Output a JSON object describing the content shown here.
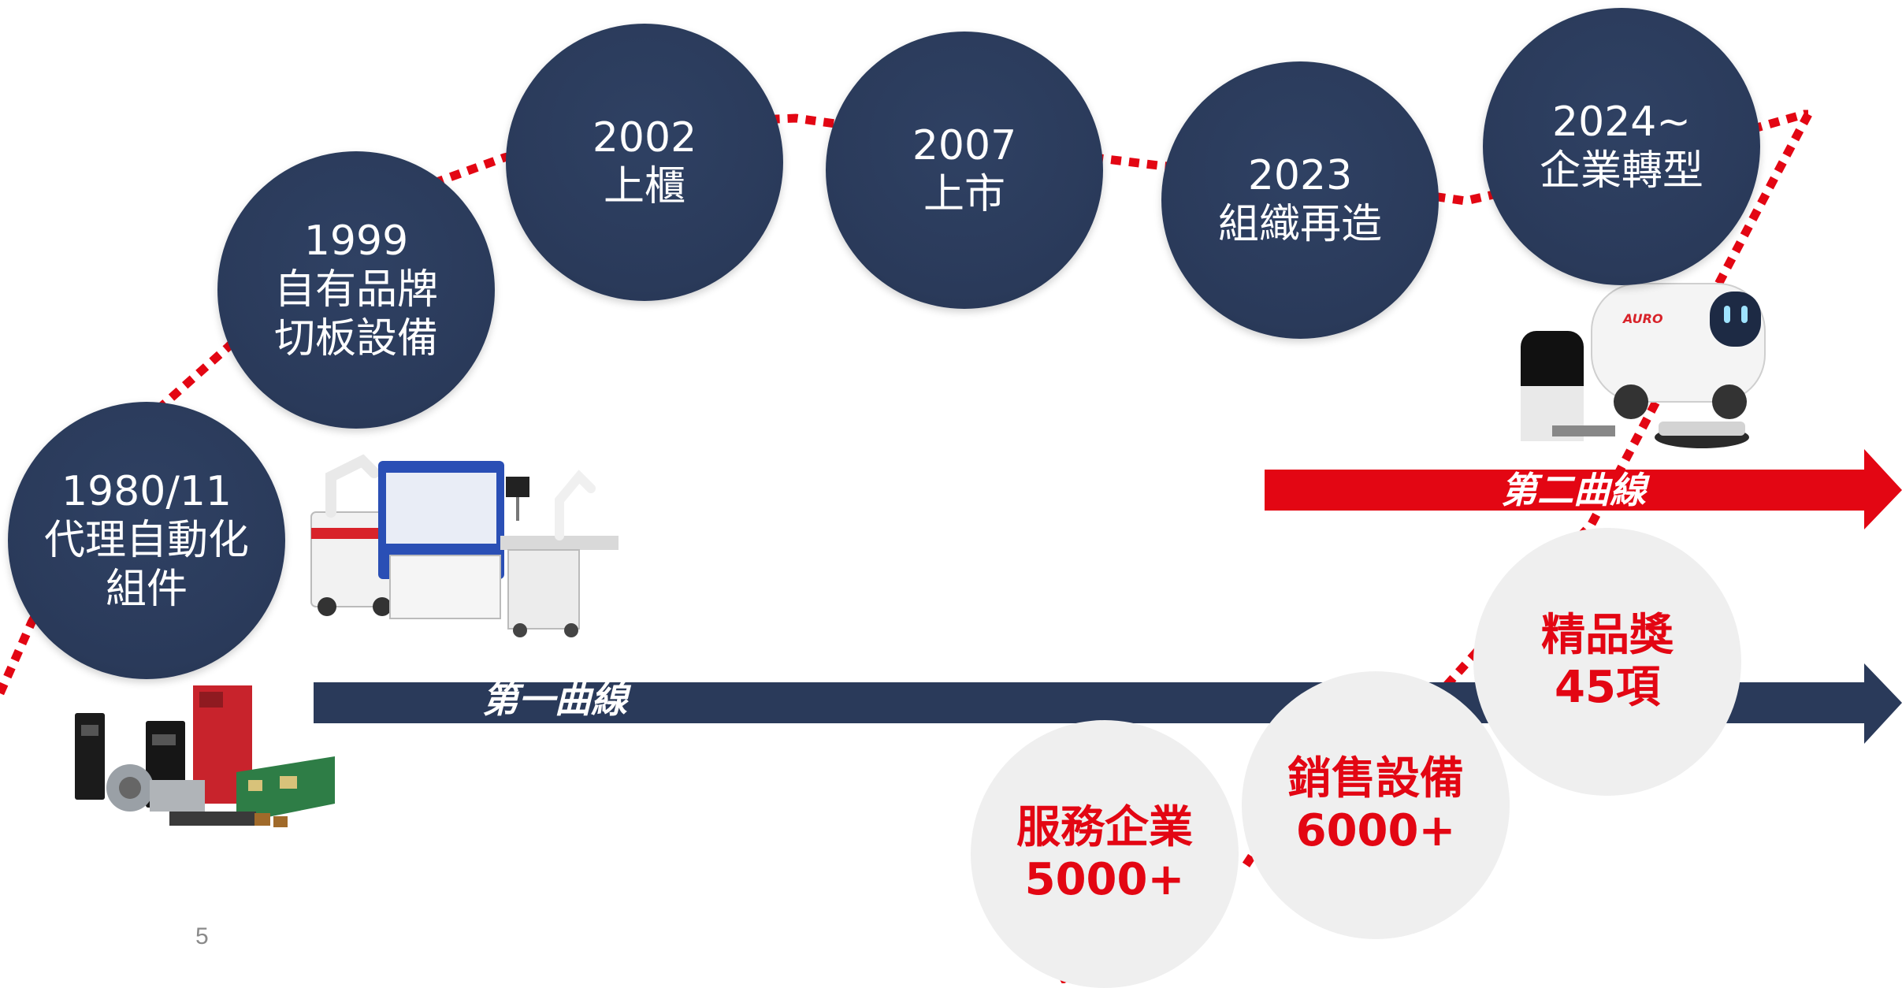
{
  "milestones": [
    {
      "year": "1980/11",
      "text": [
        "代理自動化",
        "組件"
      ]
    },
    {
      "year": "1999",
      "text": [
        "自有品牌",
        "切板設備"
      ]
    },
    {
      "year": "2002",
      "text": [
        "上櫃"
      ]
    },
    {
      "year": "2007",
      "text": [
        "上市"
      ]
    },
    {
      "year": "2023",
      "text": [
        "組織再造"
      ]
    },
    {
      "year": "2024~",
      "text": [
        "企業轉型"
      ]
    }
  ],
  "curves": {
    "first": "第一曲線",
    "second": "第二曲線"
  },
  "stats": [
    {
      "label": "服務企業",
      "value": "5000+"
    },
    {
      "label": "銷售設備",
      "value": "6000+"
    },
    {
      "label": "精品獎",
      "value": "45項"
    }
  ],
  "robot_brand": "AURO",
  "page_number": "5",
  "colors": {
    "navy": "#2a3a5a",
    "red": "#e30613",
    "stat_bg": "#efefef"
  }
}
